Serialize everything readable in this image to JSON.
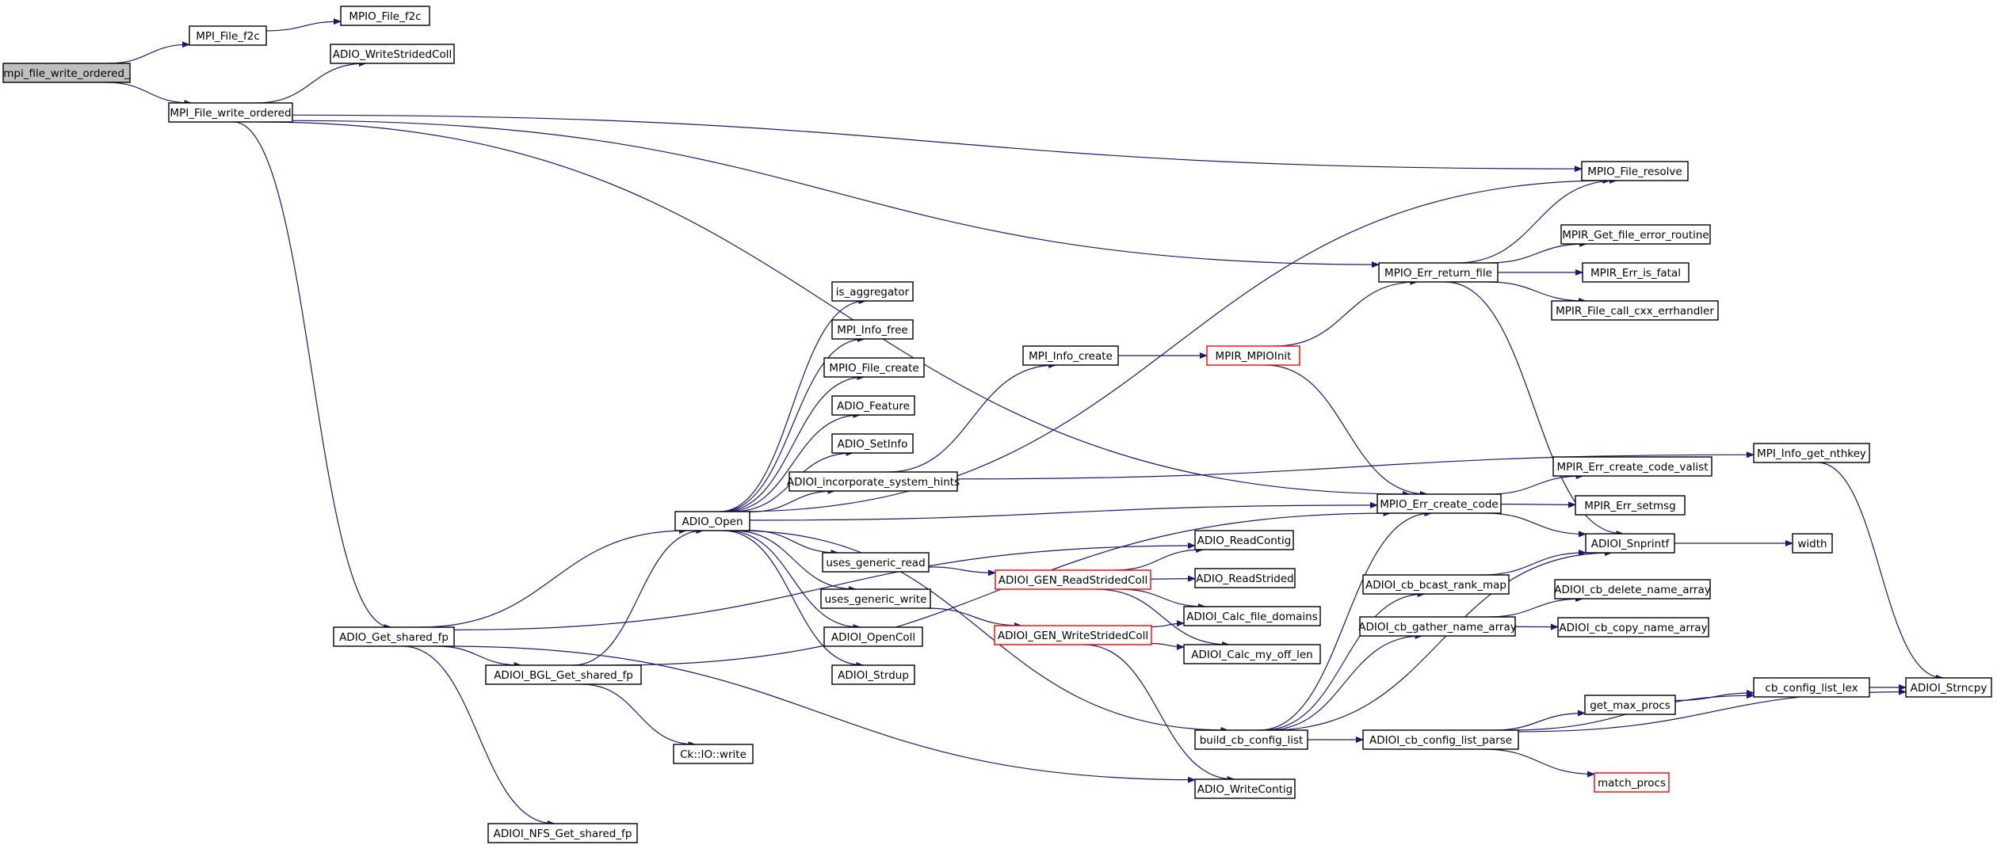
{
  "colors": {
    "edge": "#191970",
    "node_border": "#000000",
    "node_fill": "#ffffff",
    "root_fill": "#bfbfbf",
    "truncated_border": "#ff0000"
  },
  "nodes": [
    {
      "id": "n_root",
      "label": "mpi_file_write_ordered_",
      "style": "root"
    },
    {
      "id": "n_f2c",
      "label": "MPI_File_f2c"
    },
    {
      "id": "n_mpio_f2c",
      "label": "MPIO_File_f2c"
    },
    {
      "id": "n_wsc",
      "label": "ADIO_WriteStridedColl"
    },
    {
      "id": "n_wo",
      "label": "MPI_File_write_ordered"
    },
    {
      "id": "n_resolve",
      "label": "MPIO_File_resolve"
    },
    {
      "id": "n_ferr",
      "label": "MPIR_Get_file_error_routine"
    },
    {
      "id": "n_retfile",
      "label": "MPIO_Err_return_file"
    },
    {
      "id": "n_isfatal",
      "label": "MPIR_Err_is_fatal"
    },
    {
      "id": "n_cxxerr",
      "label": "MPIR_File_call_cxx_errhandler"
    },
    {
      "id": "n_isagg",
      "label": "is_aggregator"
    },
    {
      "id": "n_infofree",
      "label": "MPI_Info_free"
    },
    {
      "id": "n_fcreate",
      "label": "MPIO_File_create"
    },
    {
      "id": "n_feature",
      "label": "ADIO_Feature"
    },
    {
      "id": "n_setinfo",
      "label": "ADIO_SetInfo"
    },
    {
      "id": "n_infocreate",
      "label": "MPI_Info_create"
    },
    {
      "id": "n_mpioinit",
      "label": "MPIR_MPIOInit",
      "style": "truncated"
    },
    {
      "id": "n_incorp",
      "label": "ADIOI_incorporate_system_hints"
    },
    {
      "id": "n_nthkey",
      "label": "MPI_Info_get_nthkey"
    },
    {
      "id": "n_open",
      "label": "ADIO_Open"
    },
    {
      "id": "n_valist",
      "label": "MPIR_Err_create_code_valist"
    },
    {
      "id": "n_createcode",
      "label": "MPIO_Err_create_code"
    },
    {
      "id": "n_setmsg",
      "label": "MPIR_Err_setmsg"
    },
    {
      "id": "n_readcontig",
      "label": "ADIO_ReadContig"
    },
    {
      "id": "n_snprintf",
      "label": "ADIOI_Snprintf"
    },
    {
      "id": "n_width",
      "label": "width"
    },
    {
      "id": "n_ugread",
      "label": "uses_generic_read"
    },
    {
      "id": "n_genread",
      "label": "ADIOI_GEN_ReadStridedColl",
      "style": "truncated"
    },
    {
      "id": "n_readstrided",
      "label": "ADIO_ReadStrided"
    },
    {
      "id": "n_bcast",
      "label": "ADIOI_cb_bcast_rank_map"
    },
    {
      "id": "n_delname",
      "label": "ADIOI_cb_delete_name_array"
    },
    {
      "id": "n_ugwrite",
      "label": "uses_generic_write"
    },
    {
      "id": "n_calcfd",
      "label": "ADIOI_Calc_file_domains"
    },
    {
      "id": "n_gather",
      "label": "ADIOI_cb_gather_name_array"
    },
    {
      "id": "n_copyname",
      "label": "ADIOI_cb_copy_name_array"
    },
    {
      "id": "n_opencoll",
      "label": "ADIOI_OpenColl"
    },
    {
      "id": "n_genwrite",
      "label": "ADIOI_GEN_WriteStridedColl",
      "style": "truncated"
    },
    {
      "id": "n_getshared",
      "label": "ADIO_Get_shared_fp"
    },
    {
      "id": "n_calcoff",
      "label": "ADIOI_Calc_my_off_len"
    },
    {
      "id": "n_bgl",
      "label": "ADIOI_BGL_Get_shared_fp"
    },
    {
      "id": "n_strdup",
      "label": "ADIOI_Strdup"
    },
    {
      "id": "n_lex",
      "label": "cb_config_list_lex"
    },
    {
      "id": "n_strncpy",
      "label": "ADIOI_Strncpy"
    },
    {
      "id": "n_maxprocs",
      "label": "get_max_procs"
    },
    {
      "id": "n_buildcb",
      "label": "build_cb_config_list"
    },
    {
      "id": "n_parse",
      "label": "ADIOI_cb_config_list_parse"
    },
    {
      "id": "n_ckwrite",
      "label": "Ck::IO::write"
    },
    {
      "id": "n_matchprocs",
      "label": "match_procs",
      "style": "truncated"
    },
    {
      "id": "n_writecontig",
      "label": "ADIO_WriteContig"
    },
    {
      "id": "n_nfs",
      "label": "ADIOI_NFS_Get_shared_fp"
    }
  ],
  "edges": [
    [
      "n_root",
      "n_f2c"
    ],
    [
      "n_root",
      "n_wo"
    ],
    [
      "n_f2c",
      "n_mpio_f2c"
    ],
    [
      "n_wo",
      "n_wsc"
    ],
    [
      "n_wo",
      "n_resolve"
    ],
    [
      "n_wo",
      "n_retfile"
    ],
    [
      "n_wo",
      "n_createcode"
    ],
    [
      "n_wo",
      "n_getshared"
    ],
    [
      "n_retfile",
      "n_resolve"
    ],
    [
      "n_retfile",
      "n_ferr"
    ],
    [
      "n_retfile",
      "n_isfatal"
    ],
    [
      "n_retfile",
      "n_cxxerr"
    ],
    [
      "n_retfile",
      "n_snprintf"
    ],
    [
      "n_mpioinit",
      "n_retfile"
    ],
    [
      "n_mpioinit",
      "n_createcode"
    ],
    [
      "n_infocreate",
      "n_mpioinit"
    ],
    [
      "n_incorp",
      "n_infocreate"
    ],
    [
      "n_incorp",
      "n_nthkey"
    ],
    [
      "n_nthkey",
      "n_strncpy"
    ],
    [
      "n_open",
      "n_resolve"
    ],
    [
      "n_open",
      "n_isagg"
    ],
    [
      "n_open",
      "n_infofree"
    ],
    [
      "n_open",
      "n_fcreate"
    ],
    [
      "n_open",
      "n_feature"
    ],
    [
      "n_open",
      "n_setinfo"
    ],
    [
      "n_open",
      "n_incorp"
    ],
    [
      "n_open",
      "n_createcode"
    ],
    [
      "n_open",
      "n_ugread"
    ],
    [
      "n_open",
      "n_ugwrite"
    ],
    [
      "n_open",
      "n_opencoll"
    ],
    [
      "n_open",
      "n_strdup"
    ],
    [
      "n_open",
      "n_buildcb"
    ],
    [
      "n_createcode",
      "n_valist"
    ],
    [
      "n_createcode",
      "n_setmsg"
    ],
    [
      "n_createcode",
      "n_snprintf"
    ],
    [
      "n_snprintf",
      "n_width"
    ],
    [
      "n_ugread",
      "n_genread"
    ],
    [
      "n_genread",
      "n_readcontig"
    ],
    [
      "n_genread",
      "n_readstrided"
    ],
    [
      "n_genread",
      "n_calcfd"
    ],
    [
      "n_genread",
      "n_calcoff"
    ],
    [
      "n_ugwrite",
      "n_genwrite"
    ],
    [
      "n_genwrite",
      "n_calcfd"
    ],
    [
      "n_genwrite",
      "n_calcoff"
    ],
    [
      "n_genwrite",
      "n_writecontig"
    ],
    [
      "n_bcast",
      "n_snprintf"
    ],
    [
      "n_gather",
      "n_delname"
    ],
    [
      "n_gather",
      "n_copyname"
    ],
    [
      "n_getshared",
      "n_open"
    ],
    [
      "n_getshared",
      "n_readcontig"
    ],
    [
      "n_getshared",
      "n_bgl"
    ],
    [
      "n_getshared",
      "n_writecontig"
    ],
    [
      "n_getshared",
      "n_nfs"
    ],
    [
      "n_bgl",
      "n_open"
    ],
    [
      "n_bgl",
      "n_ckwrite"
    ],
    [
      "n_bgl",
      "n_createcode"
    ],
    [
      "n_buildcb",
      "n_createcode"
    ],
    [
      "n_buildcb",
      "n_snprintf"
    ],
    [
      "n_buildcb",
      "n_bcast"
    ],
    [
      "n_buildcb",
      "n_gather"
    ],
    [
      "n_buildcb",
      "n_parse"
    ],
    [
      "n_parse",
      "n_lex"
    ],
    [
      "n_parse",
      "n_maxprocs"
    ],
    [
      "n_parse",
      "n_strncpy"
    ],
    [
      "n_parse",
      "n_matchprocs"
    ],
    [
      "n_maxprocs",
      "n_lex"
    ],
    [
      "n_lex",
      "n_strncpy"
    ]
  ]
}
